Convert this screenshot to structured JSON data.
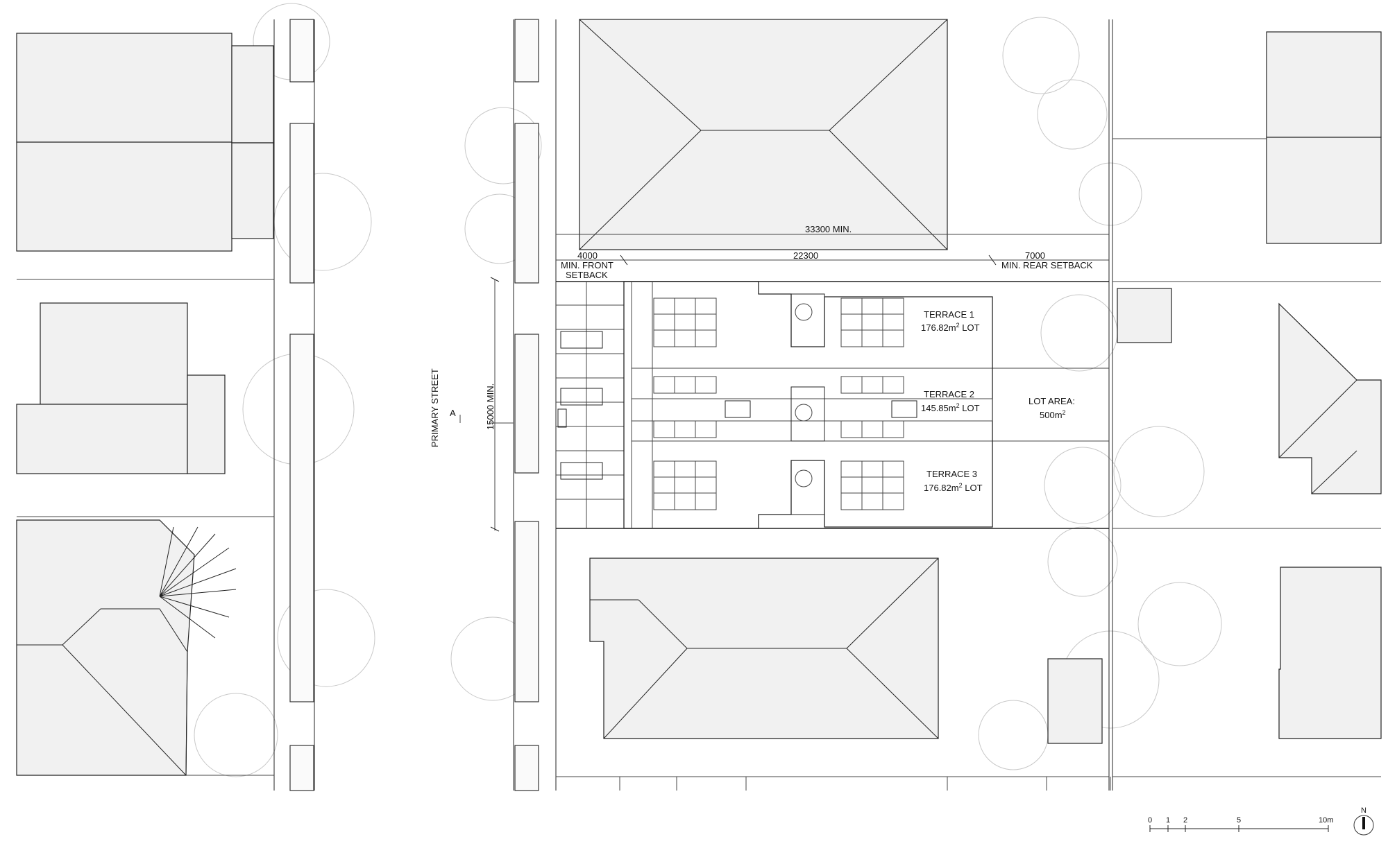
{
  "street": {
    "label": "PRIMARY STREET",
    "section_marker": "A"
  },
  "dimensions": {
    "overall": "33300 MIN.",
    "front_value": "4000",
    "front_label_1": "MIN. FRONT",
    "front_label_2": "SETBACK",
    "middle_value": "22300",
    "rear_value": "7000",
    "rear_label": "MIN. REAR SETBACK",
    "width": "15000 MIN."
  },
  "terraces": [
    {
      "name": "TERRACE 1",
      "area": "176.82m",
      "sup": "2",
      "suffix": " LOT"
    },
    {
      "name": "TERRACE 2",
      "area": "145.85m",
      "sup": "2",
      "suffix": " LOT"
    },
    {
      "name": "TERRACE 3",
      "area": "176.82m",
      "sup": "2",
      "suffix": " LOT"
    }
  ],
  "lot": {
    "label": "LOT AREA:",
    "value": "500m",
    "sup": "2"
  },
  "scale_bar": {
    "ticks": [
      "0",
      "1",
      "2",
      "5",
      "10m"
    ]
  },
  "north": {
    "label": "N"
  },
  "colors": {
    "line": "#222222",
    "roof_fill": "#f1f1f1",
    "tree": "#c8c8c8"
  }
}
